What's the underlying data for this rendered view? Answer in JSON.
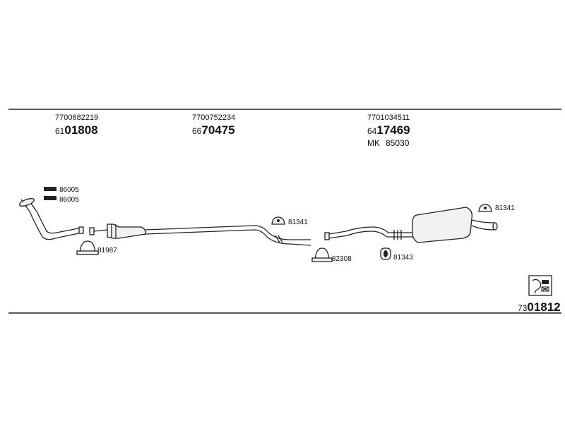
{
  "columns": [
    {
      "oem": "7700682219",
      "prefix": "61",
      "part": "01808"
    },
    {
      "oem": "7700752234",
      "prefix": "66",
      "part": "70475"
    },
    {
      "oem": "7701034511",
      "prefix": "64",
      "part": "17469",
      "kit_prefix": "MK",
      "kit": "85030"
    }
  ],
  "callouts": {
    "gasket_top": "86005",
    "gasket_bottom": "86005",
    "clamp_front": "81987",
    "hanger_mid": "81341",
    "clamp_mid": "82308",
    "rubber_mount": "81343",
    "hanger_rear": "81341"
  },
  "footer": {
    "prefix": "73",
    "part": "01812"
  }
}
